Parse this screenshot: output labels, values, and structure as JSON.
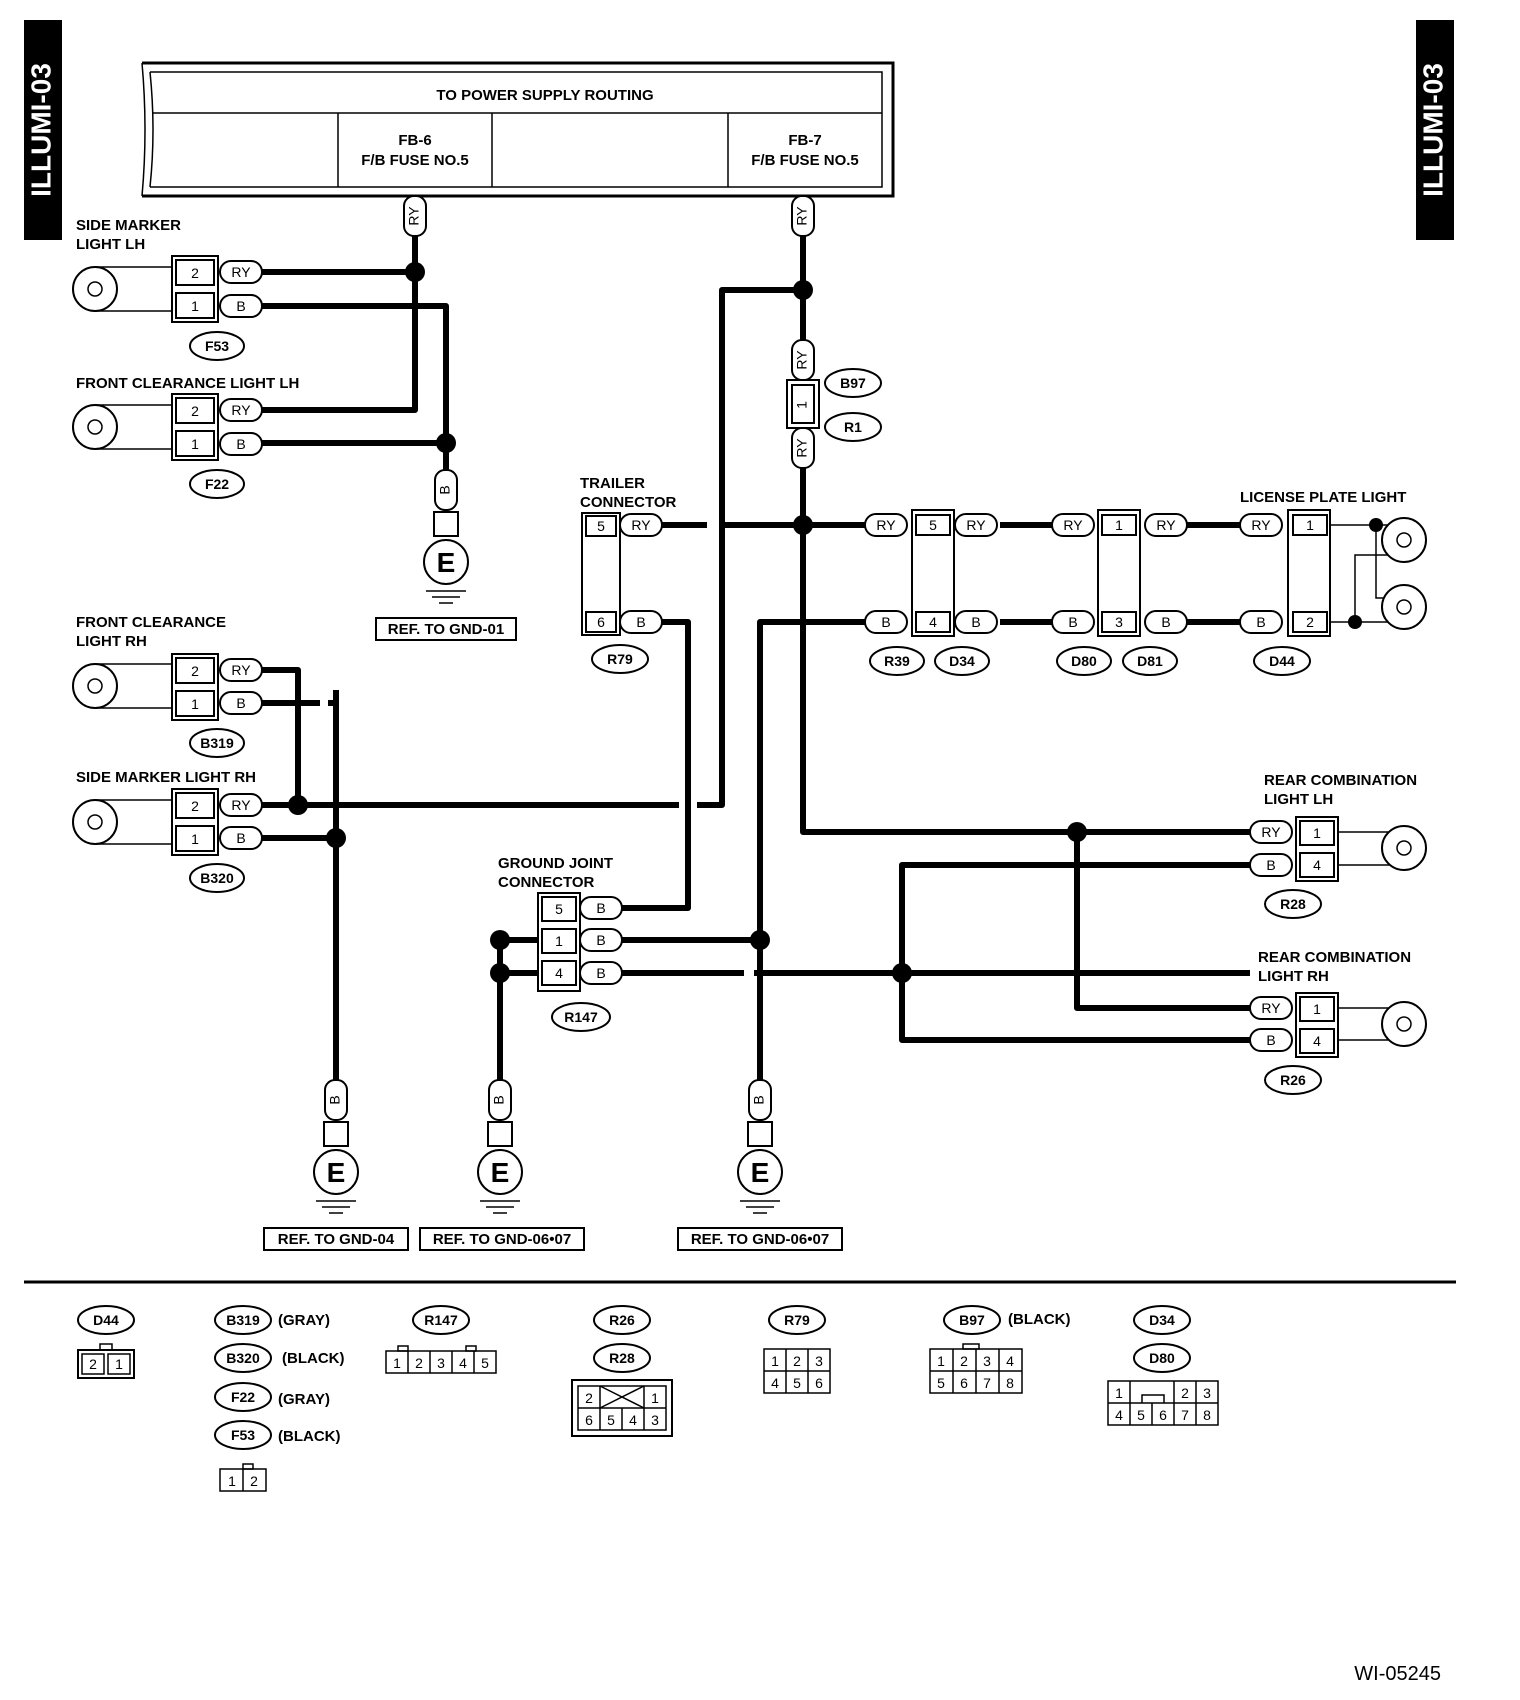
{
  "page": {
    "side_tab_left": "ILLUMI-03",
    "side_tab_right": "ILLUMI-03",
    "figure_id": "WI-05245"
  },
  "power": {
    "title": "TO POWER SUPPLY ROUTING",
    "fuse_left": {
      "id": "FB-6",
      "name": "F/B FUSE NO.5"
    },
    "fuse_right": {
      "id": "FB-7",
      "name": "F/B FUSE NO.5"
    }
  },
  "wire_colors": {
    "ry": "RY",
    "b": "B"
  },
  "components": {
    "side_marker_lh": {
      "title": [
        "SIDE MARKER",
        "LIGHT LH"
      ],
      "connector": "F53",
      "pins": [
        "2",
        "1"
      ]
    },
    "front_clearance_lh": {
      "title": [
        "FRONT CLEARANCE LIGHT LH"
      ],
      "connector": "F22",
      "pins": [
        "2",
        "1"
      ]
    },
    "front_clearance_rh": {
      "title": [
        "FRONT CLEARANCE",
        "LIGHT RH"
      ],
      "connector": "B319",
      "pins": [
        "2",
        "1"
      ]
    },
    "side_marker_rh": {
      "title": [
        "SIDE MARKER LIGHT RH"
      ],
      "connector": "B320",
      "pins": [
        "2",
        "1"
      ]
    },
    "trailer": {
      "title": [
        "TRAILER",
        "CONNECTOR"
      ],
      "connector": "R79",
      "pins": [
        "5",
        "6"
      ]
    },
    "ground_joint": {
      "title": [
        "GROUND JOINT",
        "CONNECTOR"
      ],
      "connector": "R147",
      "pins": [
        "5",
        "1",
        "4"
      ]
    },
    "b97": {
      "connectors": [
        "B97",
        "R1"
      ],
      "pin": "1"
    },
    "r39_d34": {
      "connectors": [
        "R39",
        "D34"
      ],
      "pins": [
        "5",
        "4"
      ]
    },
    "d80_d81": {
      "connectors": [
        "D80",
        "D81"
      ],
      "pins": [
        "1",
        "3"
      ]
    },
    "license_plate": {
      "title": [
        "LICENSE PLATE LIGHT"
      ],
      "connector": "D44",
      "pins": [
        "1",
        "2"
      ]
    },
    "rear_comb_lh": {
      "title": [
        "REAR COMBINATION",
        "LIGHT LH"
      ],
      "connector": "R28",
      "pins": [
        "1",
        "4"
      ]
    },
    "rear_comb_rh": {
      "title": [
        "REAR COMBINATION",
        "LIGHT RH"
      ],
      "connector": "R26",
      "pins": [
        "1",
        "4"
      ]
    }
  },
  "grounds": {
    "symbol": "E",
    "gnd01": "REF. TO GND-01",
    "gnd04": "REF. TO GND-04",
    "gnd0607a": "REF. TO GND-06•07",
    "gnd0607b": "REF. TO GND-06•07"
  },
  "legend": {
    "d44": {
      "name": "D44",
      "pins": [
        "2",
        "1"
      ]
    },
    "b_group": [
      {
        "name": "B319",
        "note": "(GRAY)"
      },
      {
        "name": "B320",
        "note": "(BLACK)"
      },
      {
        "name": "F22",
        "note": "(GRAY)"
      },
      {
        "name": "F53",
        "note": "(BLACK)"
      }
    ],
    "b_group_pins": [
      "1",
      "2"
    ],
    "r147": {
      "name": "R147",
      "pins": [
        "1",
        "2",
        "3",
        "4",
        "5"
      ]
    },
    "r26_r28": {
      "names": [
        "R26",
        "R28"
      ],
      "pins": [
        "2",
        "1",
        "6",
        "5",
        "4",
        "3"
      ]
    },
    "r79": {
      "name": "R79",
      "pins": [
        "1",
        "2",
        "3",
        "4",
        "5",
        "6"
      ]
    },
    "b97": {
      "name": "B97",
      "note": "(BLACK)",
      "pins": [
        "1",
        "2",
        "3",
        "4",
        "5",
        "6",
        "7",
        "8"
      ]
    },
    "d34_d80": {
      "names": [
        "D34",
        "D80"
      ],
      "pins": [
        "1",
        "2",
        "3",
        "4",
        "5",
        "6",
        "7",
        "8"
      ]
    }
  },
  "colors": {
    "ink": "#000000",
    "paper": "#ffffff"
  }
}
